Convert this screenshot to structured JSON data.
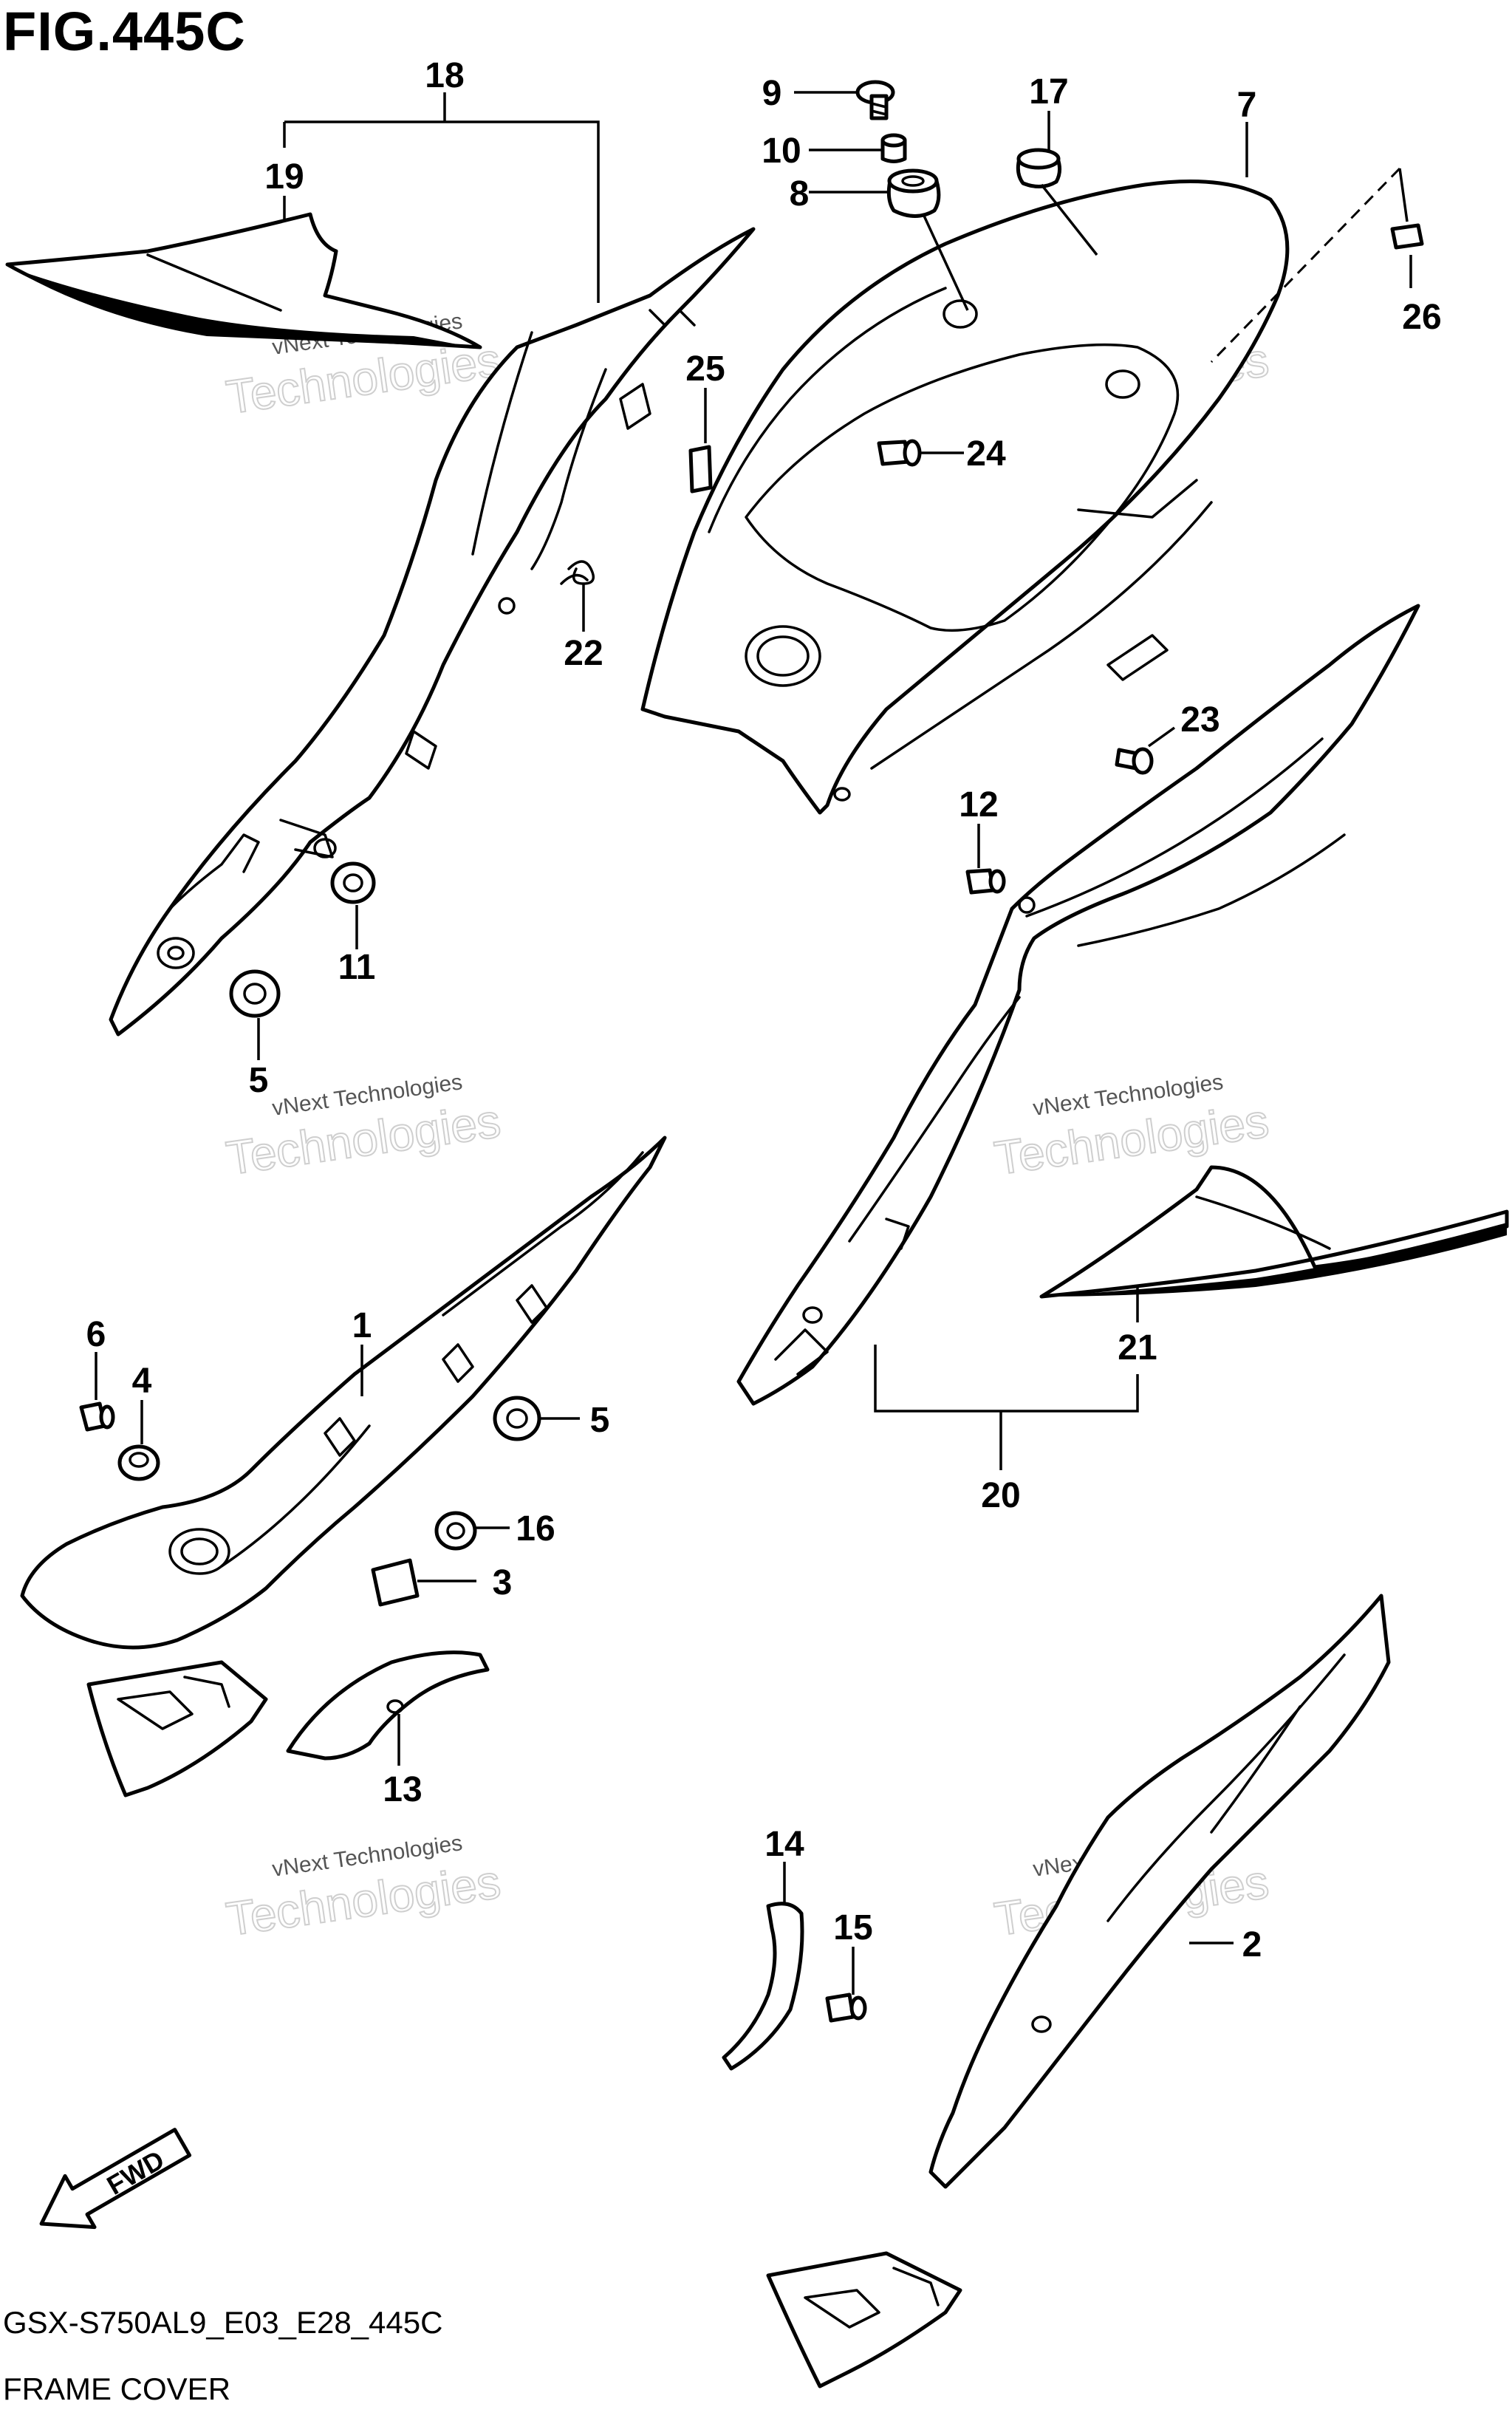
{
  "figure_title": "FIG.445C",
  "footer": {
    "code": "GSX-S750AL9_E03_E28_445C",
    "name": "FRAME COVER"
  },
  "fwd_label": "FWD",
  "watermark": {
    "line1": "vNext Technologies",
    "line2": "Technologies"
  },
  "callouts": {
    "c1": "1",
    "c2": "2",
    "c3": "3",
    "c4": "4",
    "c5a": "5",
    "c5b": "5",
    "c6": "6",
    "c7": "7",
    "c8": "8",
    "c9": "9",
    "c10": "10",
    "c11": "11",
    "c12": "12",
    "c13": "13",
    "c14": "14",
    "c15": "15",
    "c16": "16",
    "c17": "17",
    "c18": "18",
    "c19": "19",
    "c20": "20",
    "c21": "21",
    "c22": "22",
    "c23": "23",
    "c24": "24",
    "c25": "25",
    "c26": "26"
  }
}
